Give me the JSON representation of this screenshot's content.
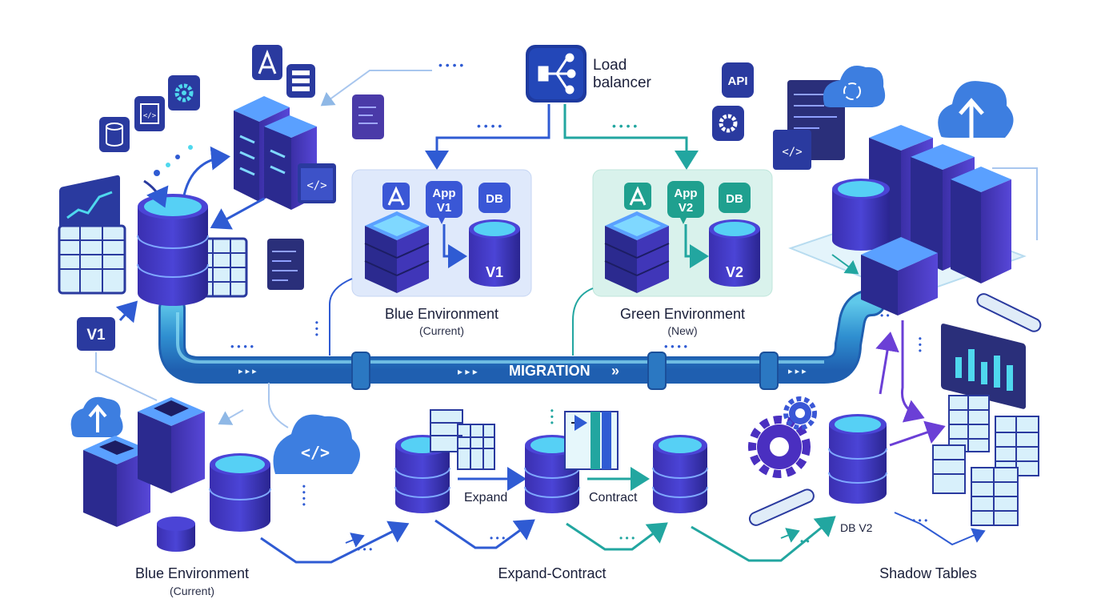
{
  "load_balancer": {
    "line1": "Load",
    "line2": "balancer"
  },
  "blue_env_top": {
    "title": "Blue Environment",
    "subtitle": "(Current)",
    "app_badge": "App\nV1",
    "db_badge": "DB",
    "db_version": "V1"
  },
  "green_env_top": {
    "title": "Green Environment",
    "subtitle": "(New)",
    "app_badge": "App\nV2",
    "db_badge": "DB",
    "db_version": "V2"
  },
  "migration": {
    "label": "MIGRATION",
    "prefix": "▸ ▸ ▸",
    "suffix": "»"
  },
  "left_tag": "V1",
  "api_badge": "API",
  "expand_contract": {
    "expand": "Expand",
    "contract": "Contract",
    "title": "Expand-Contract"
  },
  "shadow": {
    "db_label": "DB V2",
    "title": "Shadow Tables"
  },
  "blue_env_bottom": {
    "title": "Blue Environment",
    "subtitle": "(Current)"
  },
  "colors": {
    "blue": "#2f5bd3",
    "navy": "#1e2f8f",
    "purple": "#5a3fd1",
    "teal": "#22a6a0",
    "cyan": "#4fd8ee",
    "pipe": "#2a8ccf"
  }
}
